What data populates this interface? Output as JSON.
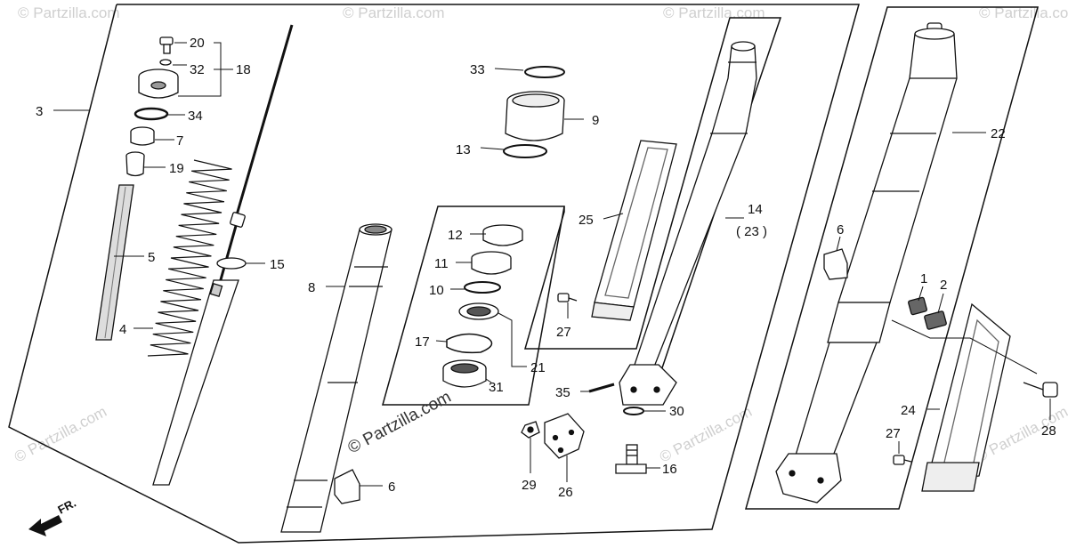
{
  "watermark": {
    "main": "© Partzilla.com",
    "faint": "© Partzilla.com"
  },
  "direction_label": "FR.",
  "callouts": [
    {
      "id": "c20",
      "text": "20"
    },
    {
      "id": "c32",
      "text": "32"
    },
    {
      "id": "c18",
      "text": "18"
    },
    {
      "id": "c3",
      "text": "3"
    },
    {
      "id": "c34",
      "text": "34"
    },
    {
      "id": "c7",
      "text": "7"
    },
    {
      "id": "c19",
      "text": "19"
    },
    {
      "id": "c5",
      "text": "5"
    },
    {
      "id": "c15",
      "text": "15"
    },
    {
      "id": "c4",
      "text": "4"
    },
    {
      "id": "c8",
      "text": "8"
    },
    {
      "id": "c6a",
      "text": "6"
    },
    {
      "id": "c33",
      "text": "33"
    },
    {
      "id": "c9",
      "text": "9"
    },
    {
      "id": "c13",
      "text": "13"
    },
    {
      "id": "c12",
      "text": "12"
    },
    {
      "id": "c11",
      "text": "11"
    },
    {
      "id": "c10",
      "text": "10"
    },
    {
      "id": "c17",
      "text": "17"
    },
    {
      "id": "c21",
      "text": "21"
    },
    {
      "id": "c31",
      "text": "31"
    },
    {
      "id": "c25",
      "text": "25"
    },
    {
      "id": "c27a",
      "text": "27"
    },
    {
      "id": "c14",
      "text": "14"
    },
    {
      "id": "c23",
      "text": "( 23 )"
    },
    {
      "id": "c35",
      "text": "35"
    },
    {
      "id": "c30",
      "text": "30"
    },
    {
      "id": "c16",
      "text": "16"
    },
    {
      "id": "c29",
      "text": "29"
    },
    {
      "id": "c26",
      "text": "26"
    },
    {
      "id": "c22",
      "text": "22"
    },
    {
      "id": "c6b",
      "text": "6"
    },
    {
      "id": "c1",
      "text": "1"
    },
    {
      "id": "c2",
      "text": "2"
    },
    {
      "id": "c24",
      "text": "24"
    },
    {
      "id": "c27b",
      "text": "27"
    },
    {
      "id": "c28",
      "text": "28"
    }
  ]
}
